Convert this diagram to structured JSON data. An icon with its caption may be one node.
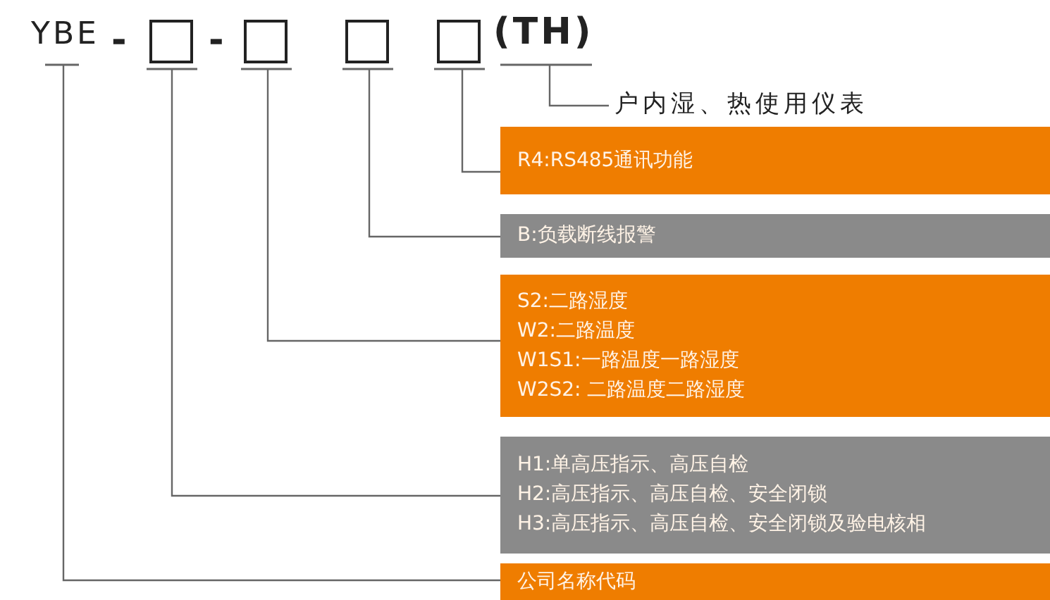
{
  "diagram": {
    "nodes": [
      {
        "text": [
          "YBE"
        ]
      },
      {
        "text": [],
        "shape": "box"
      },
      {
        "text": [],
        "shape": "box"
      },
      {
        "text": [],
        "shape": "box"
      },
      {
        "text": [],
        "shape": "box"
      },
      {
        "text": [
          "(TH)"
        ]
      },
      {
        "text": [
          "户内湿、热使用仪表"
        ]
      },
      {
        "text": [
          "R4:RS485通讯功能"
        ]
      },
      {
        "text": [
          "B:负载断线报警"
        ]
      },
      {
        "text": [
          "S2:二路湿度",
          "W2:二路温度",
          "W1S1:一路温度一路湿度",
          "W2S2: 二路温度二路湿度"
        ]
      },
      {
        "text": [
          "H1:单高压指示、高压自检",
          "H2:高压指示、高压自检、安全闭锁",
          "H3:高压指示、高压自检、安全闭锁及验电核相"
        ]
      },
      {
        "text": [
          "公司名称代码"
        ]
      }
    ],
    "edges": [
      {
        "from": 0,
        "to": 11,
        "arrow": "none"
      },
      {
        "from": 1,
        "to": 10,
        "arrow": "none"
      },
      {
        "from": 2,
        "to": 9,
        "arrow": "none"
      },
      {
        "from": 3,
        "to": 8,
        "arrow": "none"
      },
      {
        "from": 4,
        "to": 7,
        "arrow": "none"
      },
      {
        "from": 5,
        "to": 6,
        "arrow": "none"
      }
    ],
    "labels": [
      "-",
      "-"
    ]
  }
}
